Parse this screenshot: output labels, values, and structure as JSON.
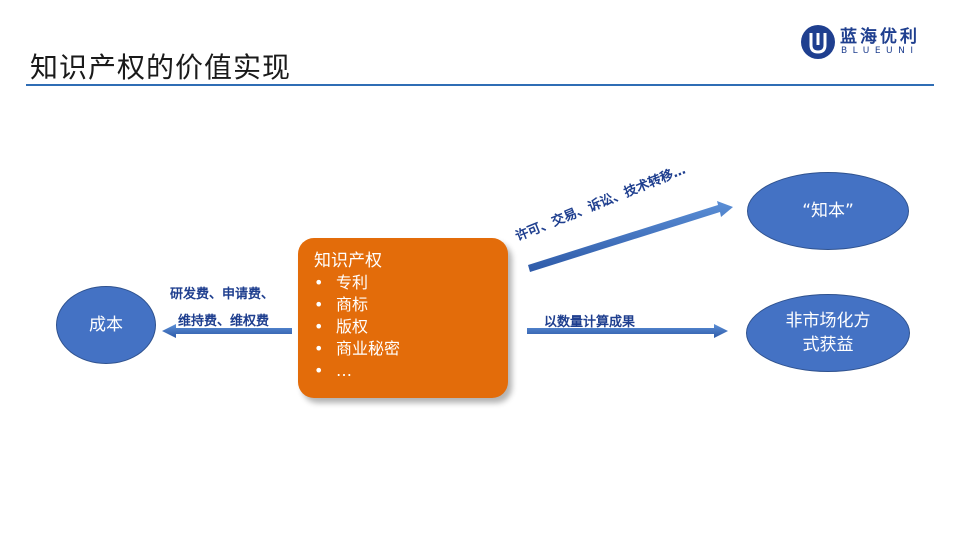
{
  "title": "知识产权的价值实现",
  "logo": {
    "cn": "蓝海优利",
    "en": "BLUEUNI",
    "icon": "blueuni-logo-icon"
  },
  "center": {
    "heading": "知识产权",
    "items": [
      "专利",
      "商标",
      "版权",
      "商业秘密",
      "…"
    ]
  },
  "nodes": {
    "cost": "成本",
    "zhiben": "“知本”",
    "nonmarket_line1": "非市场化方",
    "nonmarket_line2": "式获益"
  },
  "labels": {
    "cost_line1": "研发费、申请费、",
    "cost_line2": "维持费、维权费",
    "license": "许可、交易、诉讼、技术转移…",
    "quantify": "以数量计算成果"
  },
  "colors": {
    "accent": "#4472c4",
    "orange": "#e36c0a",
    "rule": "#2f6db5",
    "label": "#1f3f8f"
  }
}
